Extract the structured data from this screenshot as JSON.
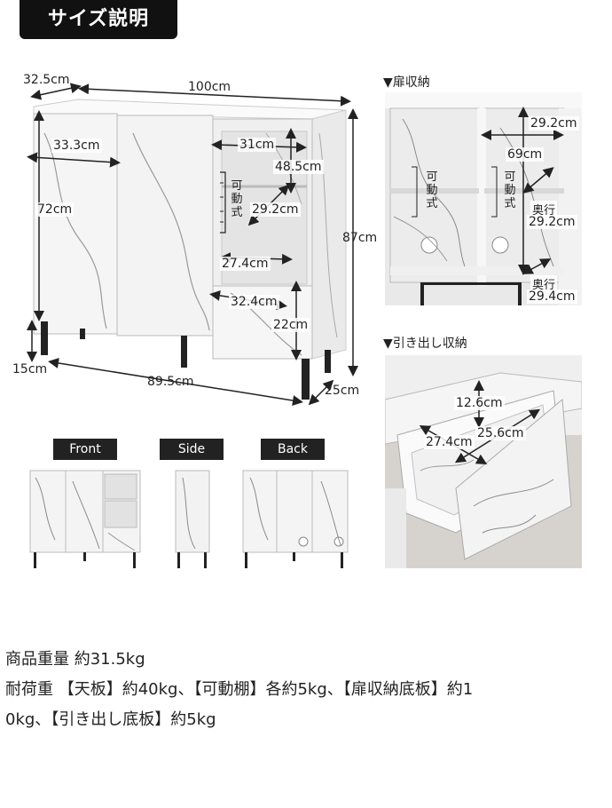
{
  "header": {
    "title": "サイズ説明"
  },
  "main_diagram": {
    "depth_top": "32.5cm",
    "width_top": "100cm",
    "door_width": "33.3cm",
    "inner_width": "31cm",
    "inner_height_upper": "48.5cm",
    "cabinet_height": "72cm",
    "total_height": "87cm",
    "inner_depth": "29.2cm",
    "shelf_label": "可動式",
    "inner_width_lower": "27.4cm",
    "bottom_inner": "32.4cm",
    "lower_height": "22cm",
    "leg_height": "15cm",
    "leg_width": "89.5cm",
    "leg_depth": "25cm"
  },
  "door_storage": {
    "label": "▼扉収納",
    "width": "29.2cm",
    "height": "69cm",
    "shelf_left": "可動式",
    "shelf_right": "可動式",
    "depth_upper_label": "奥行",
    "depth_upper": "29.2cm",
    "depth_lower_label": "奥行",
    "depth_lower": "29.4cm"
  },
  "drawer_storage": {
    "label": "▼引き出し収納",
    "height": "12.6cm",
    "width": "27.4cm",
    "depth": "25.6cm"
  },
  "views": {
    "front": "Front",
    "side": "Side",
    "back": "Back"
  },
  "footer": {
    "weight": "商品重量 約31.5kg",
    "load_line1": "耐荷重 【天板】約40kg、【可動棚】各約5kg、【扉収納底板】約1",
    "load_line2": "0kg、【引き出し底板】約5kg"
  },
  "colors": {
    "marble": "#f4f4f4",
    "vein": "#8a8a8a",
    "leg": "#222222",
    "tab": "#111111"
  }
}
